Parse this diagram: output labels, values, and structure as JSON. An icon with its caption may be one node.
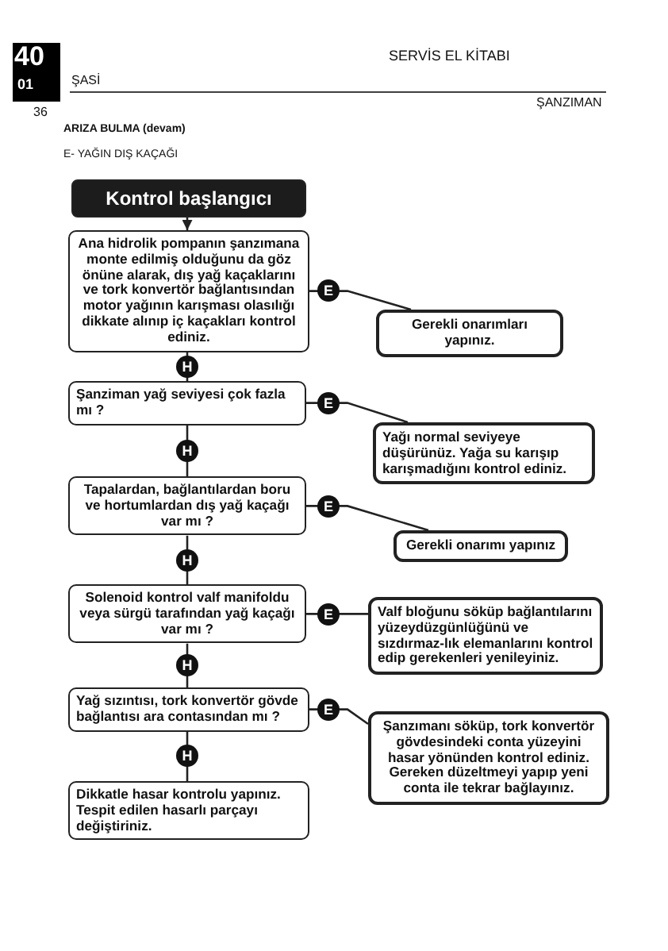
{
  "diagram": {
    "nodes": [
      {
        "text": [
          "Kontrol başlangıcı"
        ]
      },
      {
        "text": [
          "Ana hidrolik pompanın şanzımana monte edilmiş olduğunu da göz önüne alarak, dış yağ kaçaklarını ve tork konvertör bağlantısından motor yağının karışması olasılığı dikkate alınıp iç kaçakları kontrol ediniz."
        ]
      },
      {
        "text": [
          "Gerekli onarımları yapınız."
        ]
      },
      {
        "text": [
          "Şanziman yağ seviyesi çok fazla mı ?"
        ]
      },
      {
        "text": [
          "Yağı normal seviyeye düşürünüz. Yağa su karışıp karışmadığını kontrol ediniz."
        ]
      },
      {
        "text": [
          "Tapalardan, bağlantılardan boru ve hortumlardan dış yağ kaçağı var mı ?"
        ]
      },
      {
        "text": [
          "Gerekli onarımı yapınız"
        ]
      },
      {
        "text": [
          "Solenoid kontrol valf manifoldu veya sürgü tarafından yağ kaçağı var mı ?"
        ]
      },
      {
        "text": [
          "Valf bloğunu söküp bağlantılarını yüzeydüzgünlüğünü ve sızdırmaz-lık elemanlarını kontrol edip gerekenleri yenileyiniz."
        ]
      },
      {
        "text": [
          "Yağ sızıntısı, tork konvertör gövde bağlantısı ara contasından mı ?"
        ]
      },
      {
        "text": [
          "Şanzımanı söküp, tork konvertör gövdesindeki conta yüzeyini hasar yönünden kontrol ediniz. Gereken düzeltmeyi yapıp yeni conta ile tekrar bağlayınız."
        ]
      },
      {
        "text": [
          "Dikkatle hasar kontrolu yapınız. Tespit edilen hasarlı parçayı değiştiriniz."
        ]
      }
    ],
    "edges": [
      {
        "from": 0,
        "to": 1,
        "arrow": "to"
      },
      {
        "from": 1,
        "to": 2,
        "arrow": "none",
        "label": "E"
      },
      {
        "from": 1,
        "to": 3,
        "arrow": "none",
        "label": "H"
      },
      {
        "from": 3,
        "to": 4,
        "arrow": "none",
        "label": "E"
      },
      {
        "from": 3,
        "to": 5,
        "arrow": "none",
        "label": "H"
      },
      {
        "from": 5,
        "to": 6,
        "arrow": "none",
        "label": "E"
      },
      {
        "from": 5,
        "to": 7,
        "arrow": "none",
        "label": "H"
      },
      {
        "from": 7,
        "to": 8,
        "arrow": "none",
        "label": "E"
      },
      {
        "from": 7,
        "to": 9,
        "arrow": "none",
        "label": "H"
      },
      {
        "from": 9,
        "to": 10,
        "arrow": "none",
        "label": "E"
      },
      {
        "from": 9,
        "to": 11,
        "arrow": "none",
        "label": "H"
      }
    ],
    "labels": [
      "40",
      "SERVİS EL KİTABI",
      "ŞASİ",
      "01",
      "ŞANZIMAN",
      "36",
      "ARIZA BULMA (devam)",
      "E- YAĞIN DIŞ KAÇAĞI"
    ]
  }
}
